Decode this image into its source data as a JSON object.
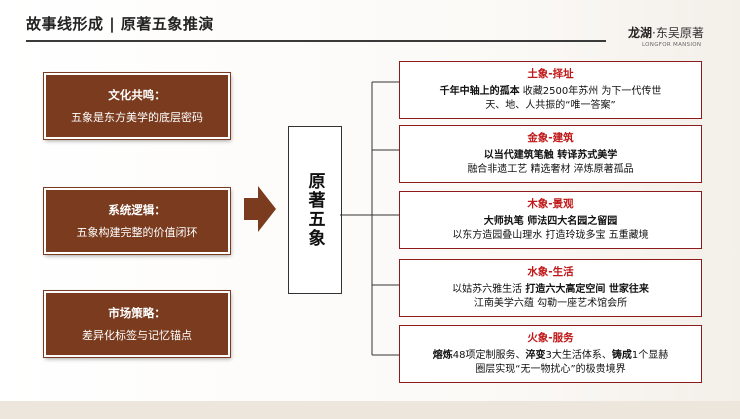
{
  "header": {
    "title": "故事线形成 | 原著五象推演"
  },
  "logo": {
    "brand": "龙湖",
    "sep": "·",
    "project": "东吴原著",
    "sub": "LONGFOR MANSION"
  },
  "left_boxes": [
    {
      "heading": "文化共鸣：",
      "text": "五象是东方美学的底层密码"
    },
    {
      "heading": "系统逻辑：",
      "text": "五象构建完整的价值闭环"
    },
    {
      "heading": "市场策略：",
      "text": "差异化标签与记忆锚点"
    }
  ],
  "center": {
    "label": "原著五象"
  },
  "right_boxes": [
    {
      "heading": "土象-择址",
      "l1a": "千年中轴上的孤本",
      "l1b": " 收藏2500年苏州 为下一代传世",
      "l2": "天、地、人共振的“唯一答案”"
    },
    {
      "heading": "金象-建筑",
      "l1a": "以当代建筑笔触 转译苏式美学",
      "l1b": "",
      "l2": "融合非遗工艺 精选奢材 淬炼原著孤品"
    },
    {
      "heading": "木象-景观",
      "l1a": "大师执笔 师法四大名园之留园",
      "l1b": "",
      "l2": "以东方造园叠山理水 打造玲珑多宝 五重藏境"
    },
    {
      "heading": "水象-生活",
      "l1pre": "以姑苏六雅生活 ",
      "l1a": "打造六大高定空间 世家往来",
      "l2": "江南美学六蕴 勾勒一座艺术馆会所"
    },
    {
      "heading": "火象-服务",
      "p1": "熔炼",
      "p2": "48项定制服务、",
      "p3": "淬变",
      "p4": "3大生活体系、",
      "p5": "铸成",
      "p6": "1个显赫",
      "l2": "圈层实现“无一物扰心”的极贵境界"
    }
  ],
  "colors": {
    "brown": "#7a3b1e",
    "red_title": "#c01818",
    "red_border": "#8c1c1c"
  }
}
